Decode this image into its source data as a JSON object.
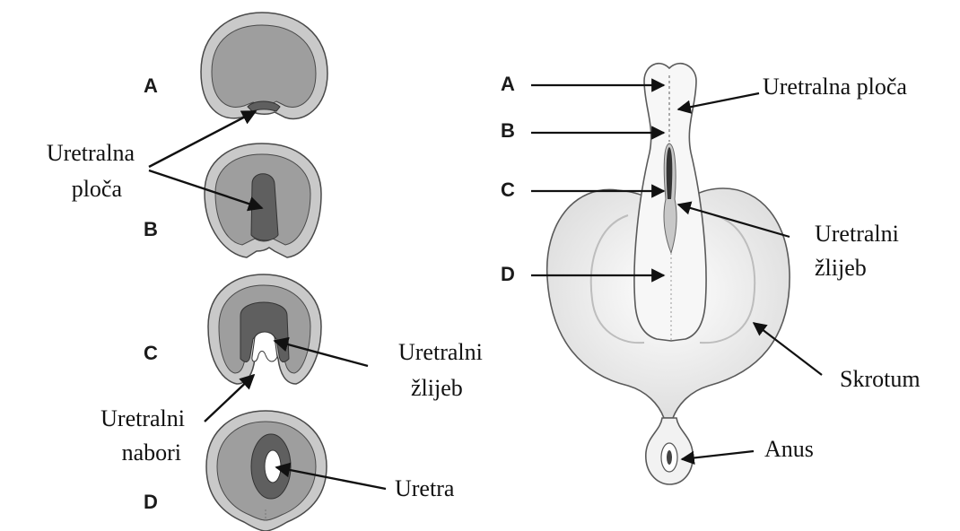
{
  "left_panel": {
    "stage_letters": [
      "A",
      "B",
      "C",
      "D"
    ],
    "labels": {
      "urethral_plate": [
        "Uretralna",
        "ploča"
      ],
      "urethral_groove": [
        "Uretralni",
        "žlijeb"
      ],
      "urethral_folds": [
        "Uretralni",
        "nabori"
      ],
      "urethra": "Uretra"
    }
  },
  "right_panel": {
    "level_letters": [
      "A",
      "B",
      "C",
      "D"
    ],
    "labels": {
      "urethral_plate": "Uretralna ploča",
      "urethral_groove": [
        "Uretralni",
        "žlijeb"
      ],
      "scrotum": "Skrotum",
      "anus": "Anus"
    }
  },
  "colors": {
    "outer_layer": "#c9c9c9",
    "inner_mesenchyme": "#9e9e9e",
    "plate_tissue": "#5f5f5f",
    "outline": "#4a4a4a",
    "arrow": "#111111",
    "scrotum_fill": "#f1f1f1"
  }
}
